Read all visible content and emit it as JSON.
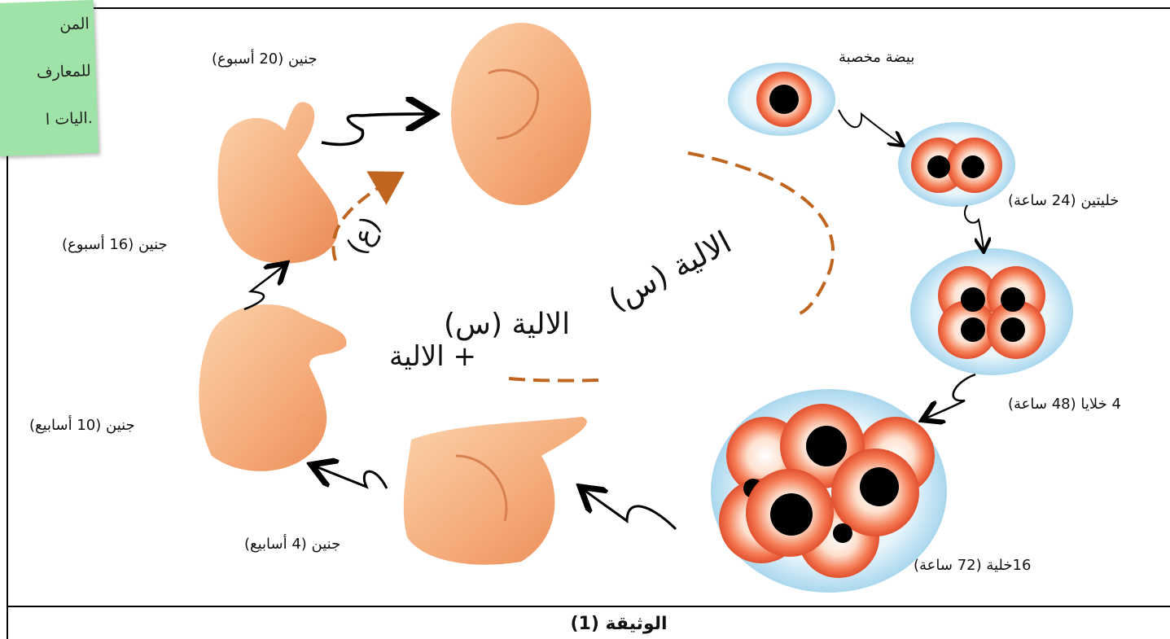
{
  "sticky_note": {
    "lines": [
      "المن",
      "للمعارف",
      ".اليات ا"
    ]
  },
  "stages": {
    "egg": {
      "label": "بيضة مخصبة"
    },
    "two_cells": {
      "label": "خليتين (24 ساعة)"
    },
    "four_cells": {
      "label": "4 خلايا (48 ساعة)"
    },
    "sixteen_cells": {
      "label": "16خلية (72 ساعة)"
    },
    "week4": {
      "label": "جنين (4 أسابيع)"
    },
    "week10": {
      "label": "جنين (10 أسابيع)"
    },
    "week16": {
      "label": "جنين (16 أسبوع)"
    },
    "week20": {
      "label": "جنين (20 أسبوع)"
    }
  },
  "mechanisms": {
    "x": "الالية (س)",
    "x_plus_y": "الالية (س)",
    "plus": "+ الالية",
    "y": "(ع)"
  },
  "caption": "الوثيقة (1)",
  "colors": {
    "cell": "#f0603a",
    "membrane": "#bfe3f2",
    "embryo": "#f7b98a",
    "arrow_dashed": "#c0651f"
  }
}
